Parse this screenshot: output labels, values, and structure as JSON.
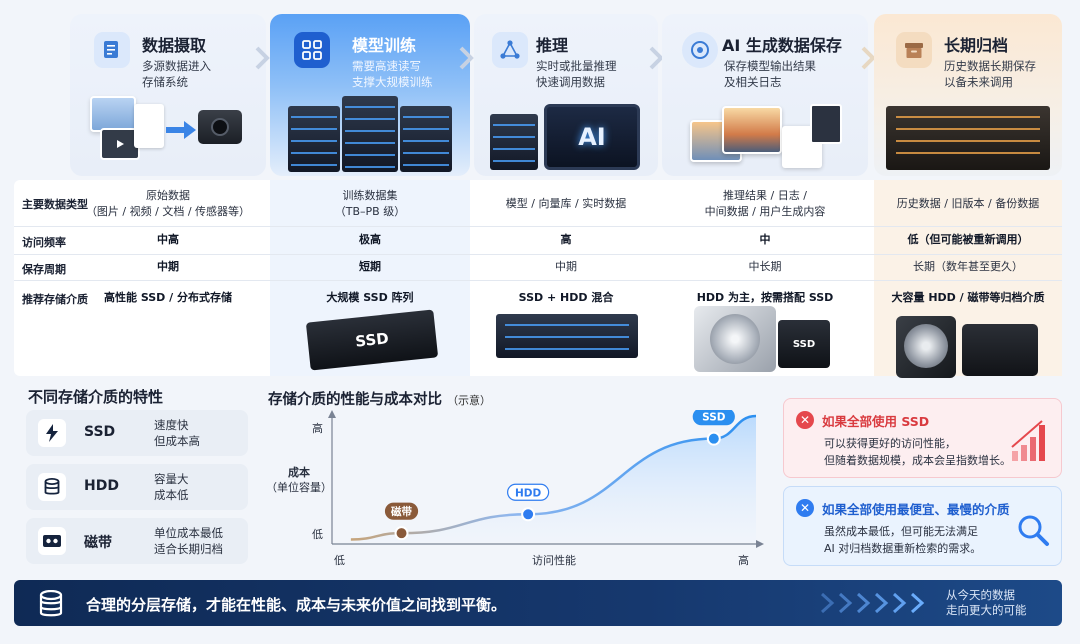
{
  "stages": [
    {
      "title": "数据摄取",
      "desc": "多源数据进入\n存储系统",
      "icon": "document-icon"
    },
    {
      "title": "模型训练",
      "desc": "需要高速读写\n支撑大规模训练",
      "icon": "network-icon"
    },
    {
      "title": "推理",
      "desc": "实时或批量推理\n快速调用数据",
      "icon": "graph-nodes-icon"
    },
    {
      "title": "AI 生成数据保存",
      "desc": "保存模型输出结果\n及相关日志",
      "icon": "ai-gear-icon"
    },
    {
      "title": "长期归档",
      "desc": "历史数据长期保存\n以备未来调用",
      "icon": "archive-box-icon"
    }
  ],
  "inference_screen_label": "AI",
  "table": {
    "row_labels": [
      "主要数据类型",
      "访问频率",
      "保存周期",
      "推荐存储介质"
    ],
    "rows": [
      [
        "原始数据\n（图片 / 视频 / 文档 / 传感器等）",
        "训练数据集\n（TB–PB 级）",
        "模型 / 向量库 / 实时数据",
        "推理结果 / 日志 /\n中间数据 / 用户生成内容",
        "历史数据 / 旧版本 / 备份数据"
      ],
      [
        "中高",
        "极高",
        "高",
        "中",
        "低（但可能被重新调用）"
      ],
      [
        "中期",
        "短期",
        "中期",
        "中长期",
        "长期（数年甚至更久）"
      ],
      [
        "高性能 SSD / 分布式存储",
        "大规模 SSD 阵列",
        "SSD + HDD 混合",
        "HDD 为主，按需搭配 SSD",
        "大容量 HDD / 磁带等归档介质"
      ]
    ],
    "ssd_label": "SSD",
    "hdd_ssd_label": "SSD"
  },
  "characteristics": {
    "title": "不同存储介质的特性",
    "items": [
      {
        "name": "SSD",
        "desc": "速度快\n但成本高",
        "icon": "lightning-icon"
      },
      {
        "name": "HDD",
        "desc": "容量大\n成本低",
        "icon": "database-icon"
      },
      {
        "name": "磁带",
        "desc": "单位成本最低\n适合长期归档",
        "icon": "tape-icon"
      }
    ]
  },
  "chart_data": {
    "type": "line",
    "title": "存储介质的性能与成本对比",
    "subtitle": "（示意）",
    "xlabel": "访问性能",
    "ylabel": "成本\n（单位容量）",
    "ylabel_main": "成本",
    "ylabel_sub": "（单位容量）",
    "x_tick_low": "低",
    "x_tick_high": "高",
    "y_tick_low": "低",
    "y_tick_high": "高",
    "xlim": [
      0,
      1
    ],
    "ylim": [
      0,
      1
    ],
    "points": [
      {
        "name": "磁带",
        "x": 0.16,
        "y": 0.07,
        "color": "#8a5a3a"
      },
      {
        "name": "HDD",
        "x": 0.46,
        "y": 0.22,
        "color": "#2f7cf0"
      },
      {
        "name": "SSD",
        "x": 0.9,
        "y": 0.82,
        "color": "#2b8ff0"
      }
    ]
  },
  "warnings": [
    {
      "title": "如果全部使用 SSD",
      "desc": "可以获得更好的访问性能，\n但随着数据规模，成本会呈指数增长。",
      "icon": "close-circle-icon",
      "color": "#e5484d"
    },
    {
      "title": "如果全部使用最便宜、最慢的介质",
      "desc": "虽然成本最低，但可能无法满足\nAI 对归档数据重新检索的需求。",
      "icon": "close-circle-icon",
      "color": "#2f7cf0"
    }
  ],
  "banner": {
    "text": "合理的分层存储，才能在性能、成本与未来价值之间找到平衡。",
    "sub": "从今天的数据\n走向更大的可能"
  }
}
